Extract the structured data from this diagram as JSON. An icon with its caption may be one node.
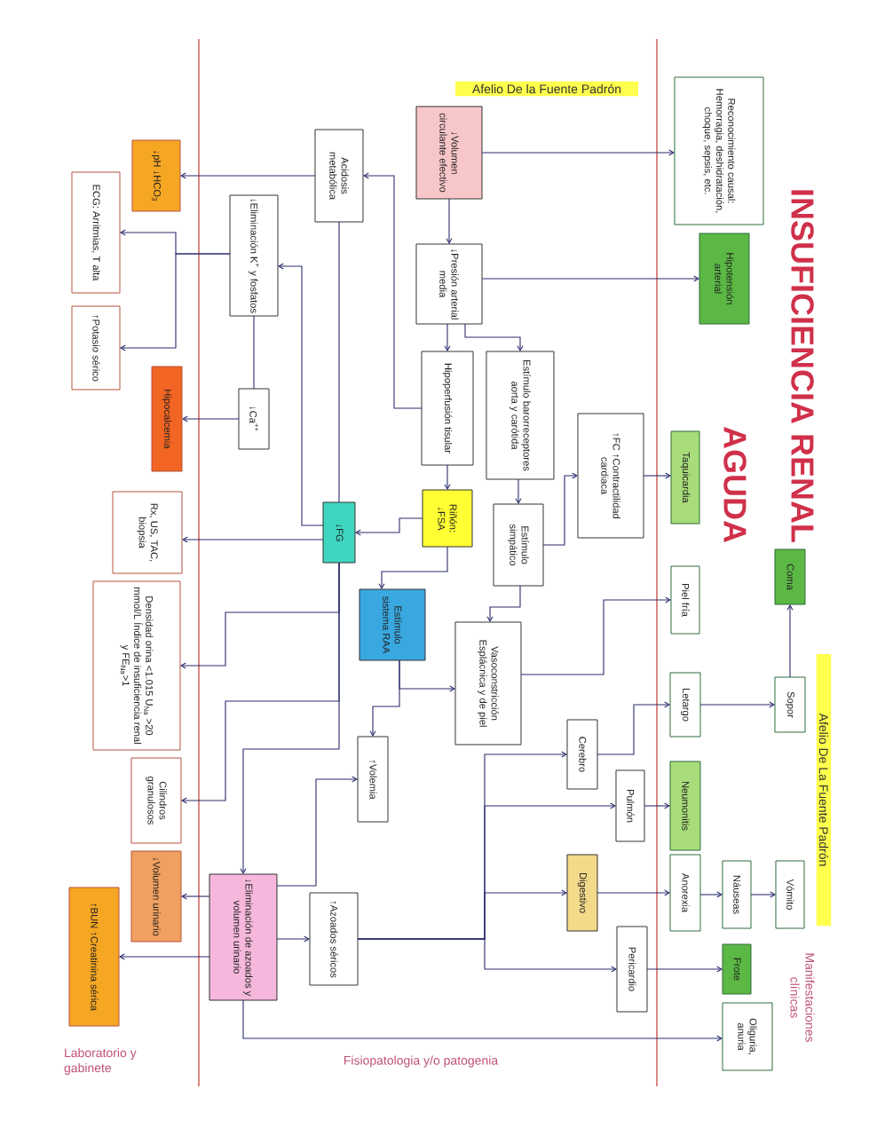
{
  "diagram": {
    "title": "INSUFICIENCIA RENAL AGUDA",
    "nodes": [
      {
        "text": [
          "↓Volumen circulante efectivo"
        ]
      },
      {
        "text": [
          "↓Presión arterial media"
        ]
      },
      {
        "text": [
          "Acidosis metabólica"
        ]
      },
      {
        "text": [
          "↓Eliminación K$^{+}$ y fosfatos"
        ]
      },
      {
        "text": [
          "↓Ca$^{++}$"
        ]
      },
      {
        "text": [
          "Hipoperfusión tisular"
        ]
      },
      {
        "text": [
          "Estímulo barorreceptores aorta y carótida"
        ]
      },
      {
        "text": [
          "Riñón: ↓FSA"
        ]
      },
      {
        "text": [
          "↓FG"
        ]
      },
      {
        "text": [
          "Estímulo simpático"
        ]
      },
      {
        "text": [
          "↑FC ↑Contractilidad cardiaca"
        ]
      },
      {
        "text": [
          "Estímulo sistema RAA"
        ]
      },
      {
        "text": [
          "Vasoconstricción Esplácnica y de piel"
        ]
      },
      {
        "text": [
          "↑Volemia"
        ]
      },
      {
        "text": [
          "↓Eliminación de azoados y volumen urinario"
        ]
      },
      {
        "text": [
          "↑Azoados séricos"
        ]
      },
      {
        "text": [
          "Cerebro"
        ]
      },
      {
        "text": [
          "Pulmón"
        ]
      },
      {
        "text": [
          "Digestivo"
        ]
      },
      {
        "text": [
          "Pericardio"
        ]
      },
      {
        "text": [
          "Reconocimiento causal: Hemorragia, deshidratación, choque, sepsis, etc."
        ]
      },
      {
        "text": [
          "Hipotensión arterial"
        ]
      },
      {
        "text": [
          "Taquicardia"
        ]
      },
      {
        "text": [
          "Coma"
        ]
      },
      {
        "text": [
          "Piel fría"
        ]
      },
      {
        "text": [
          "Letargo"
        ]
      },
      {
        "text": [
          "Sopor"
        ]
      },
      {
        "text": [
          "Neumonitis"
        ]
      },
      {
        "text": [
          "Anorexia"
        ]
      },
      {
        "text": [
          "Náuseas"
        ]
      },
      {
        "text": [
          "Vómito"
        ]
      },
      {
        "text": [
          "Frote"
        ]
      },
      {
        "text": [
          "Oliguria, anuria"
        ]
      },
      {
        "text": [
          "↓pH ↓HCO$_{3}$"
        ]
      },
      {
        "text": [
          "ECG: Arritmias, T alta"
        ]
      },
      {
        "text": [
          "↑Potasio sérico"
        ]
      },
      {
        "text": [
          "Hipocalcemia"
        ]
      },
      {
        "text": [
          "Rx, US, TAC, biopsia"
        ]
      },
      {
        "text": [
          "Densidad orina <1.015 U$_{Na}$ >20 mmol/L Índice de insuficiencia renal y FE$_{Na}$>1"
        ]
      },
      {
        "text": [
          "Cilindros granulosos"
        ]
      },
      {
        "text": [
          "↓Volumen urinario"
        ]
      },
      {
        "text": [
          "↑BUN ↑Creatinina sérica"
        ]
      }
    ],
    "edges": [
      {
        "from": 0,
        "to": 1,
        "arrow": "to"
      },
      {
        "from": 0,
        "to": 20,
        "arrow": "to"
      },
      {
        "from": 1,
        "to": 21,
        "arrow": "to"
      },
      {
        "from": 1,
        "to": 5,
        "arrow": "to"
      },
      {
        "from": 1,
        "to": 6,
        "arrow": "to"
      },
      {
        "from": 5,
        "to": 2,
        "arrow": "to"
      },
      {
        "from": 2,
        "to": 33,
        "arrow": "to"
      },
      {
        "from": 3,
        "to": 34,
        "arrow": "to"
      },
      {
        "from": 3,
        "to": 35,
        "arrow": "to"
      },
      {
        "from": 3,
        "to": 4,
        "arrow": "none"
      },
      {
        "from": 4,
        "to": 36,
        "arrow": "to"
      },
      {
        "from": 8,
        "to": 3,
        "arrow": "to"
      },
      {
        "from": 8,
        "to": 2,
        "arrow": "none"
      },
      {
        "from": 8,
        "to": 37,
        "arrow": "to"
      },
      {
        "from": 5,
        "to": 7,
        "arrow": "to"
      },
      {
        "from": 7,
        "to": 8,
        "arrow": "to"
      },
      {
        "from": 7,
        "to": 11,
        "arrow": "to"
      },
      {
        "from": 6,
        "to": 9,
        "arrow": "to"
      },
      {
        "from": 9,
        "to": 10,
        "arrow": "to"
      },
      {
        "from": 10,
        "to": 22,
        "arrow": "to"
      },
      {
        "from": 9,
        "to": 12,
        "arrow": "to"
      },
      {
        "from": 11,
        "to": 12,
        "arrow": "to"
      },
      {
        "from": 11,
        "to": 13,
        "arrow": "to"
      },
      {
        "from": 12,
        "to": 24,
        "arrow": "to"
      },
      {
        "from": 8,
        "to": 38,
        "arrow": "to"
      },
      {
        "from": 8,
        "to": 39,
        "arrow": "to"
      },
      {
        "from": 8,
        "to": 14,
        "arrow": "to"
      },
      {
        "from": 14,
        "to": 40,
        "arrow": "to"
      },
      {
        "from": 14,
        "to": 41,
        "arrow": "to"
      },
      {
        "from": 14,
        "to": 15,
        "arrow": "to"
      },
      {
        "from": 14,
        "to": 13,
        "arrow": "to"
      },
      {
        "from": 14,
        "to": 32,
        "arrow": "to"
      },
      {
        "from": 15,
        "to": 16,
        "arrow": "to"
      },
      {
        "from": 15,
        "to": 17,
        "arrow": "to"
      },
      {
        "from": 15,
        "to": 18,
        "arrow": "to"
      },
      {
        "from": 15,
        "to": 19,
        "arrow": "to"
      },
      {
        "from": 16,
        "to": 25,
        "arrow": "to"
      },
      {
        "from": 25,
        "to": 26,
        "arrow": "to"
      },
      {
        "from": 26,
        "to": 23,
        "arrow": "to"
      },
      {
        "from": 17,
        "to": 27,
        "arrow": "to"
      },
      {
        "from": 18,
        "to": 28,
        "arrow": "to"
      },
      {
        "from": 28,
        "to": 29,
        "arrow": "to"
      },
      {
        "from": 29,
        "to": 30,
        "arrow": "to"
      },
      {
        "from": 19,
        "to": 31,
        "arrow": "to"
      }
    ],
    "labels": [
      "Afelio De la Fuente Padrón",
      "Afelio De La Fuente Padrón",
      "Manifestaciones clínicas",
      "Fisiopatologia y/o patogenia",
      "Laboratorio y gabinete"
    ]
  }
}
